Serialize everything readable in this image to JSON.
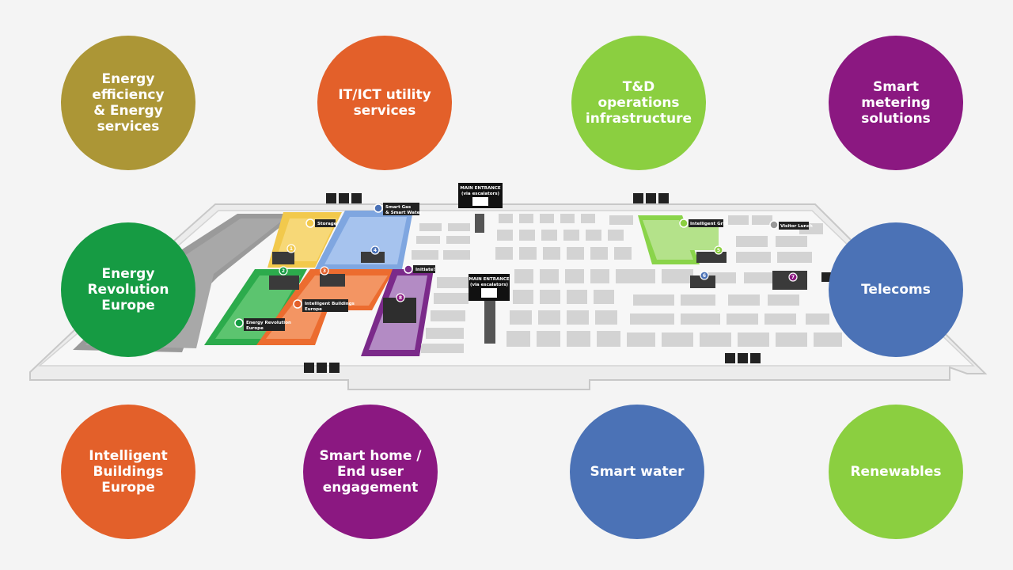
{
  "colors": {
    "background": "#f4f4f4",
    "olive": "#ac9636",
    "orange": "#e3602a",
    "green_light": "#8bcf40",
    "purple": "#8b1881",
    "green_dark": "#169b43",
    "blue": "#4b72b6"
  },
  "circles": [
    {
      "id": "energy-efficiency",
      "text": "Energy\nefficiency\n& Energy\nservices",
      "color": "#ac9636"
    },
    {
      "id": "it-ict-utility",
      "text": "IT/ICT utility\nservices",
      "color": "#e3602a"
    },
    {
      "id": "td-operations",
      "text": "T&D operations\ninfrastructure",
      "color": "#8bcf40"
    },
    {
      "id": "smart-metering",
      "text": "Smart\nmetering\nsolutions",
      "color": "#8b1881"
    },
    {
      "id": "energy-revolution",
      "text": "Energy\nRevolution\nEurope",
      "color": "#169b43"
    },
    {
      "id": "telecoms",
      "text": "Telecoms",
      "color": "#4b72b6"
    },
    {
      "id": "intelligent-buildings",
      "text": "Intelligent\nBuildings\nEurope",
      "color": "#e3602a"
    },
    {
      "id": "smart-home",
      "text": "Smart home /\nEnd user\nengagement",
      "color": "#8b1881"
    },
    {
      "id": "smart-water",
      "text": "Smart water",
      "color": "#4b72b6"
    },
    {
      "id": "renewables",
      "text": "Renewables",
      "color": "#8bcf40"
    }
  ],
  "map": {
    "entrance_top": {
      "line1": "MAIN ENTRANCE",
      "line2": "(via escalators)"
    },
    "entrance_middle": {
      "line1": "MAIN ENTRANCE",
      "line2": "(via escalators)"
    },
    "labels": {
      "storage": "Storage",
      "smart_gas": "Smart Gas",
      "smart_water_map": "& Smart Water",
      "initiate": "Initiate!",
      "intelligent_buildings_1": "Intelligent Buildings",
      "intelligent_buildings_2": "Europe",
      "energy_revolution_1": "Energy Revolution",
      "energy_revolution_2": "Europe",
      "intelligent_grid": "Intelligent Grid",
      "visitor_lunch": "Visitor Lunch"
    },
    "pins": {
      "p1": "1",
      "p2": "2",
      "p3": "3",
      "p4": "4",
      "p5": "5",
      "p6": "6",
      "p7": "7",
      "p8": "8"
    }
  }
}
